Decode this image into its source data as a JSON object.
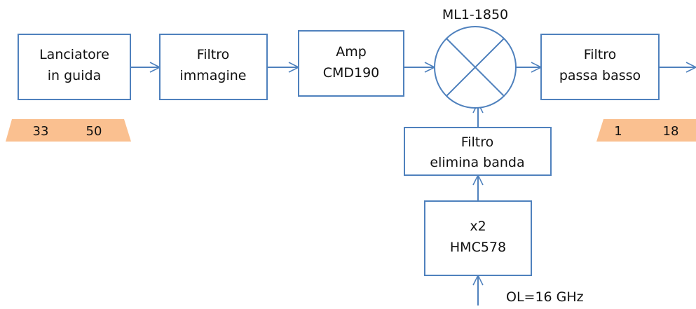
{
  "colors": {
    "stroke": "#4F81BD",
    "band_fill": "#FAC090",
    "text": "#111111"
  },
  "blocks": {
    "lanciatore": {
      "line1": "Lanciatore",
      "line2": "in guida"
    },
    "filtro_immagine": {
      "line1": "Filtro",
      "line2": "immagine"
    },
    "amp": {
      "line1": "Amp",
      "line2": "CMD190"
    },
    "filtro_passa_basso": {
      "line1": "Filtro",
      "line2": "passa basso"
    },
    "filtro_elimina_banda": {
      "line1": "Filtro",
      "line2": "elimina banda"
    },
    "duplicatore": {
      "line1": "x2",
      "line2": "HMC578"
    }
  },
  "mixer": {
    "label": "ML1-1850",
    "icon": "mixer-cross-circle-icon"
  },
  "lo": {
    "label": "OL=16 GHz"
  },
  "bands": {
    "input": {
      "low": "33",
      "high": "50"
    },
    "output": {
      "low": "1",
      "high": "18"
    }
  }
}
